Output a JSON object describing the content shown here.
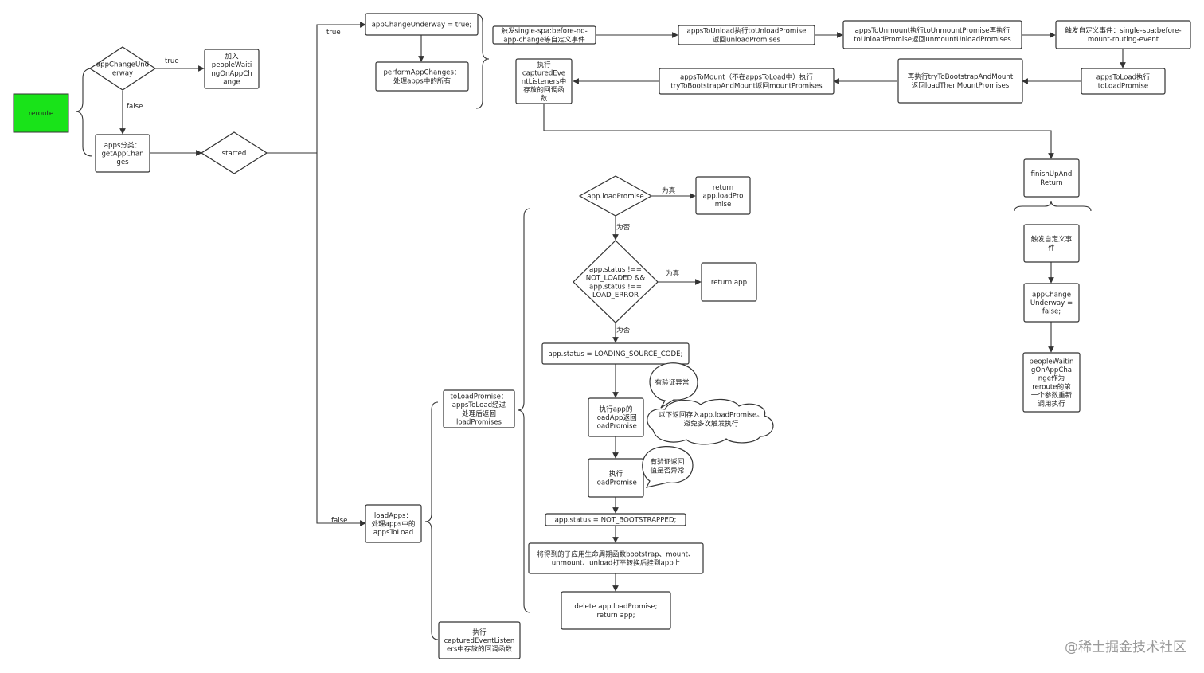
{
  "nodes": {
    "reroute": [
      "reroute"
    ],
    "appChangeUnderway_q": [
      "appChangeUnd",
      "erway"
    ],
    "add_waiting": [
      "加入",
      "peopleWaiti",
      "ngOnAppCh",
      "ange"
    ],
    "getAppChanges": [
      "apps分类：",
      "getAppChan",
      "ges"
    ],
    "started": [
      "started"
    ],
    "set_underway_true": [
      "appChangeUnderway = true;"
    ],
    "performAppChanges": [
      "performAppChanges：",
      "处理apps中的所有"
    ],
    "before_no_app_change": [
      "触发single-spa:before-no-",
      "app-change等自定义事件"
    ],
    "unload_apps": [
      "appsToUnload执行toUnloadPromise",
      "返回unloadPromises"
    ],
    "unmount_apps": [
      "appsToUnmount执行toUnmountPromise再执行",
      "toUnloadPromise返回unmountUnloadPromises"
    ],
    "before_mount_routing": [
      "触发自定义事件：single-spa:before-",
      "mount-routing-event"
    ],
    "to_load_promise": [
      "appsToLoad执行",
      "toLoadPromise"
    ],
    "bootstrap_mount": [
      "再执行tryToBootstrapAndMount",
      "返回loadThenMountPromises"
    ],
    "apps_to_mount": [
      "appsToMount（不在appsToLoad中）执行",
      "tryToBootstrapAndMount返回mountPromises"
    ],
    "captured_listeners_top": [
      "执行",
      "capturedEve",
      "ntListeners中",
      "存放的回调函",
      "数"
    ],
    "finish_up": [
      "finishUpAnd",
      "Return"
    ],
    "custom_event": [
      "触发自定义事",
      "件"
    ],
    "set_underway_false": [
      "appChange",
      "Underway =",
      "false;"
    ],
    "people_waiting": [
      "peopleWaitin",
      "gOnAppCha",
      "nge作为",
      "reroute的第",
      "一个参数重新",
      "调用执行"
    ],
    "load_apps": [
      "loadApps：",
      "处理apps中的",
      "appsToLoad"
    ],
    "to_load_promise_desc": [
      "toLoadPromise：",
      "appsToLoad经过",
      "处理后返回",
      "loadPromises"
    ],
    "captured_listeners_bottom": [
      "执行",
      "capturedEventListen",
      "ers中存放的回调函数"
    ],
    "load_promise_q": [
      "app.loadPromise"
    ],
    "return_load_promise": [
      "return",
      "app.loadPro",
      "mise"
    ],
    "status_q": [
      "app.status !==",
      "NOT_LOADED &&",
      "app.status !==",
      "LOAD_ERROR"
    ],
    "return_app": [
      "return app"
    ],
    "set_loading": [
      "app.status = LOADING_SOURCE_CODE;"
    ],
    "exec_load_app": [
      "执行app的",
      "loadApp返回",
      "loadPromise"
    ],
    "exec_load_promise": [
      "执行",
      "loadPromise"
    ],
    "set_not_bootstrapped": [
      "app.status = NOT_BOOTSTRAPPED;"
    ],
    "lifecycle": [
      "将得到的子应用生命周期函数bootstrap、mount、",
      "unmount、unload打平转换后挂到app上"
    ],
    "delete_promise": [
      "delete app.loadPromise;",
      "return app;"
    ],
    "bubble_validate": [
      "有验证异常"
    ],
    "cloud_note": [
      "以下返回存入app.loadPromise。",
      "避免多次触发执行"
    ],
    "bubble_return": [
      "有验证返回",
      "值是否异常"
    ]
  },
  "edge_labels": {
    "true_1": "true",
    "false_1": "false",
    "true_2": "true",
    "false_2": "false",
    "yes_1": "为真",
    "no_1": "为否",
    "yes_2": "为真",
    "no_2": "为否"
  },
  "colors": {
    "reroute_fill": "#19e319",
    "stroke": "#333333"
  },
  "watermark": "@稀土掘金技术社区"
}
